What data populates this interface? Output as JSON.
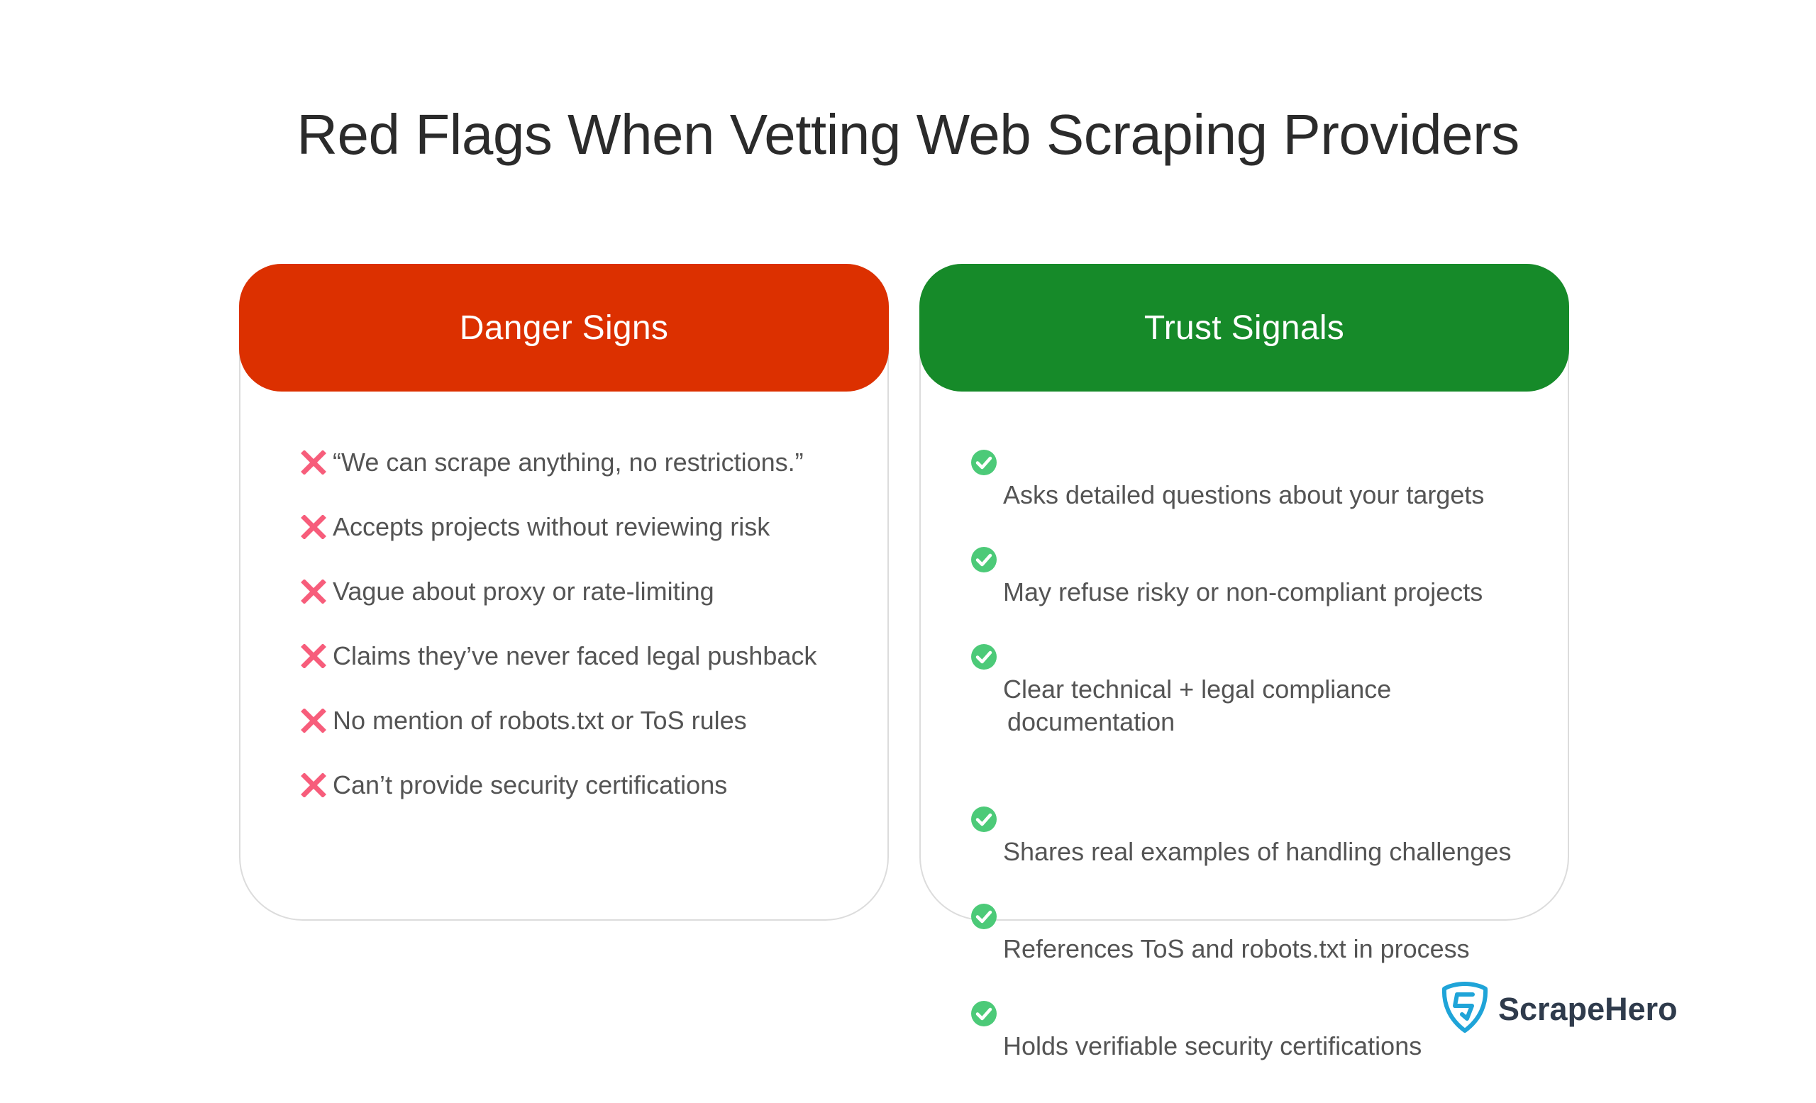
{
  "title": "Red Flags When Vetting Web Scraping Providers",
  "colors": {
    "danger_header": "#dc3000",
    "trust_header": "#168a29",
    "cross_icon": "#f75d7b",
    "check_icon": "#4cca78",
    "logo_blue": "#1fa4d8",
    "logo_text": "#2f3b4c"
  },
  "danger": {
    "header": "Danger Signs",
    "icon": "x-mark-icon",
    "items": [
      "“We can scrape anything, no restrictions.”",
      "Accepts projects without reviewing risk",
      "Vague about proxy or rate-limiting",
      "Claims they’ve never faced legal pushback",
      "No mention of robots.txt or ToS rules",
      "Can’t provide security certifications"
    ]
  },
  "trust": {
    "header": "Trust Signals",
    "icon": "check-circle-icon",
    "items": [
      {
        "line1": "Asks detailed questions about your targets",
        "line2": ""
      },
      {
        "line1": "May refuse risky or non-compliant projects",
        "line2": ""
      },
      {
        "line1": "Clear technical + legal compliance",
        "line2": "documentation"
      },
      {
        "line1": "Shares real examples of handling challenges",
        "line2": ""
      },
      {
        "line1": "References ToS and robots.txt in process",
        "line2": ""
      },
      {
        "line1": "Holds verifiable security certifications",
        "line2": ""
      }
    ]
  },
  "logo": {
    "icon": "shield-s-icon",
    "text": "ScrapeHero"
  }
}
